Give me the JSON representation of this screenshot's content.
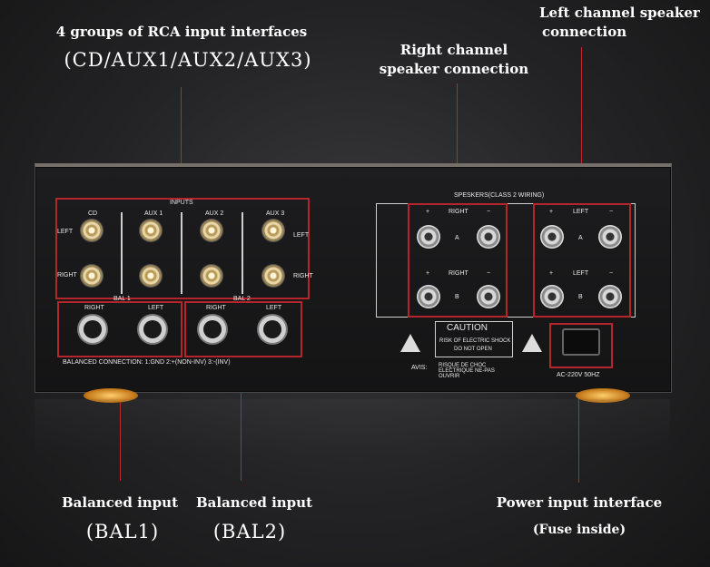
{
  "callouts": {
    "rca_title": "4 groups of RCA input interfaces",
    "rca_sub": "(CD/AUX1/AUX2/AUX3)",
    "right_speaker_line1": "Right channel",
    "right_speaker_line2": "speaker connection",
    "left_speaker_line1": "Left channel speaker",
    "left_speaker_line2": "connection",
    "bal1_title": "Balanced input",
    "bal1_sub": "(BAL1)",
    "bal2_title": "Balanced input",
    "bal2_sub": "(BAL2)",
    "power_title": "Power input interface",
    "power_sub": "(Fuse inside)"
  },
  "panel": {
    "inputs_label": "INPUTS",
    "rca_groups": [
      "CD",
      "AUX 1",
      "AUX 2",
      "AUX 3"
    ],
    "left_label": "LEFT",
    "right_label": "RIGHT",
    "bal1_label": "BAL 1",
    "bal2_label": "BAL 2",
    "xlr_right": "RIGHT",
    "xlr_left": "LEFT",
    "balanced_note": "BALANCED CONNECTION:  1:GND  2:+(NON-INV)  3:-(INV)",
    "speakers_label": "SPESKERS(CLASS 2 WIRING)",
    "spk_right": "RIGHT",
    "spk_left": "LEFT",
    "plus": "+",
    "minus": "−",
    "a_label": "A",
    "b_label": "B",
    "caution_title": "CAUTION",
    "caution_line1": "RISK OF ELECTRIC SHOCK",
    "caution_line2": "DO NOT OPEN",
    "avis_label": "AVIS:",
    "avis_text": "RISQUE DE CHOC ELECTRIQUE NE-PAS OUVRIR",
    "power_rating": "AC-220V 50HZ"
  },
  "colors": {
    "lead_line": "#c0262b",
    "background": "#232325",
    "chassis": "#1a1a1b",
    "gold_feet": "#c77d1d"
  }
}
